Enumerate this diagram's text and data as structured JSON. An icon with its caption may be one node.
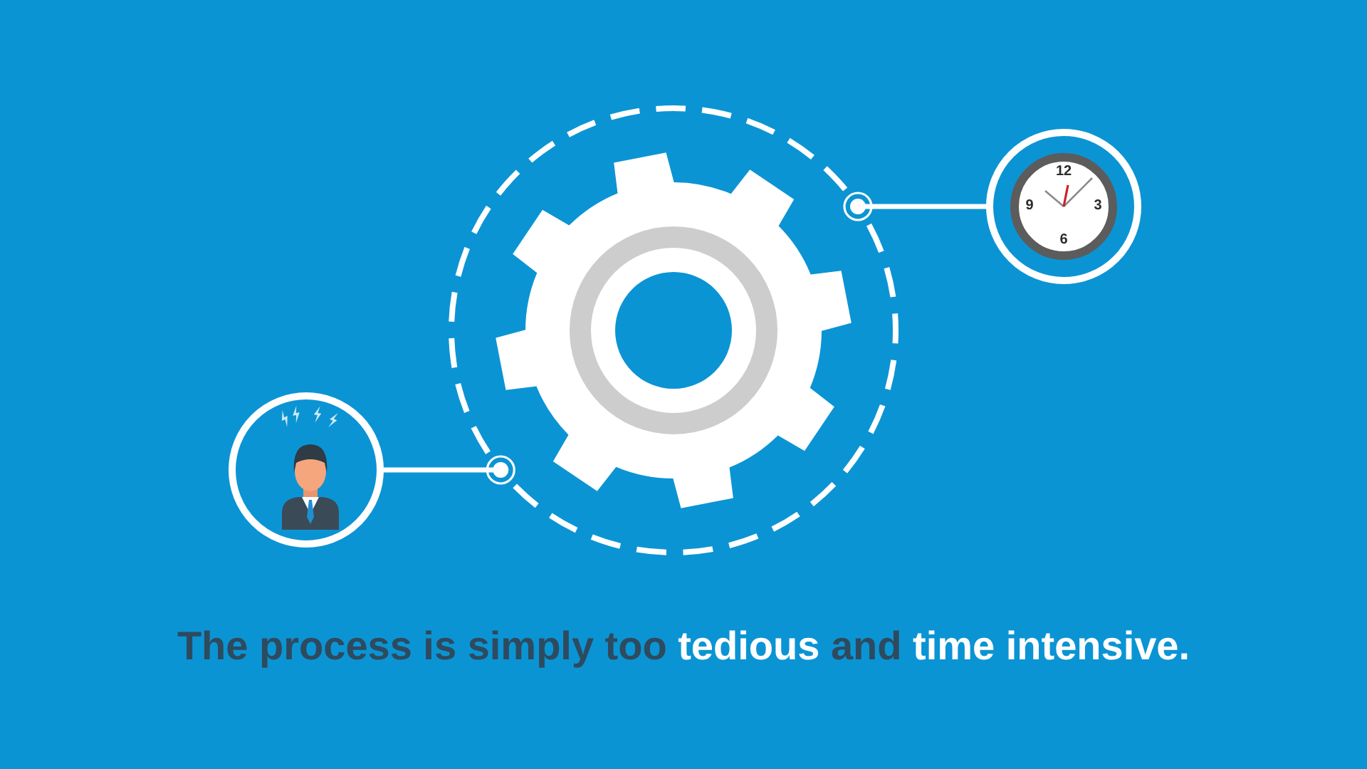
{
  "diagram": {
    "caption": "The process is simply too **tedious** and **time intensive.**",
    "nodes": [
      {
        "text": [],
        "shape": "circle"
      },
      {
        "text": [
          "12",
          "3",
          "6",
          "9"
        ]
      },
      {
        "text": [],
        "shape": "circle"
      }
    ],
    "edges": [
      {
        "from": 1,
        "to": 0,
        "arrow": "other"
      },
      {
        "from": 2,
        "to": 0,
        "arrow": "other"
      }
    ]
  }
}
